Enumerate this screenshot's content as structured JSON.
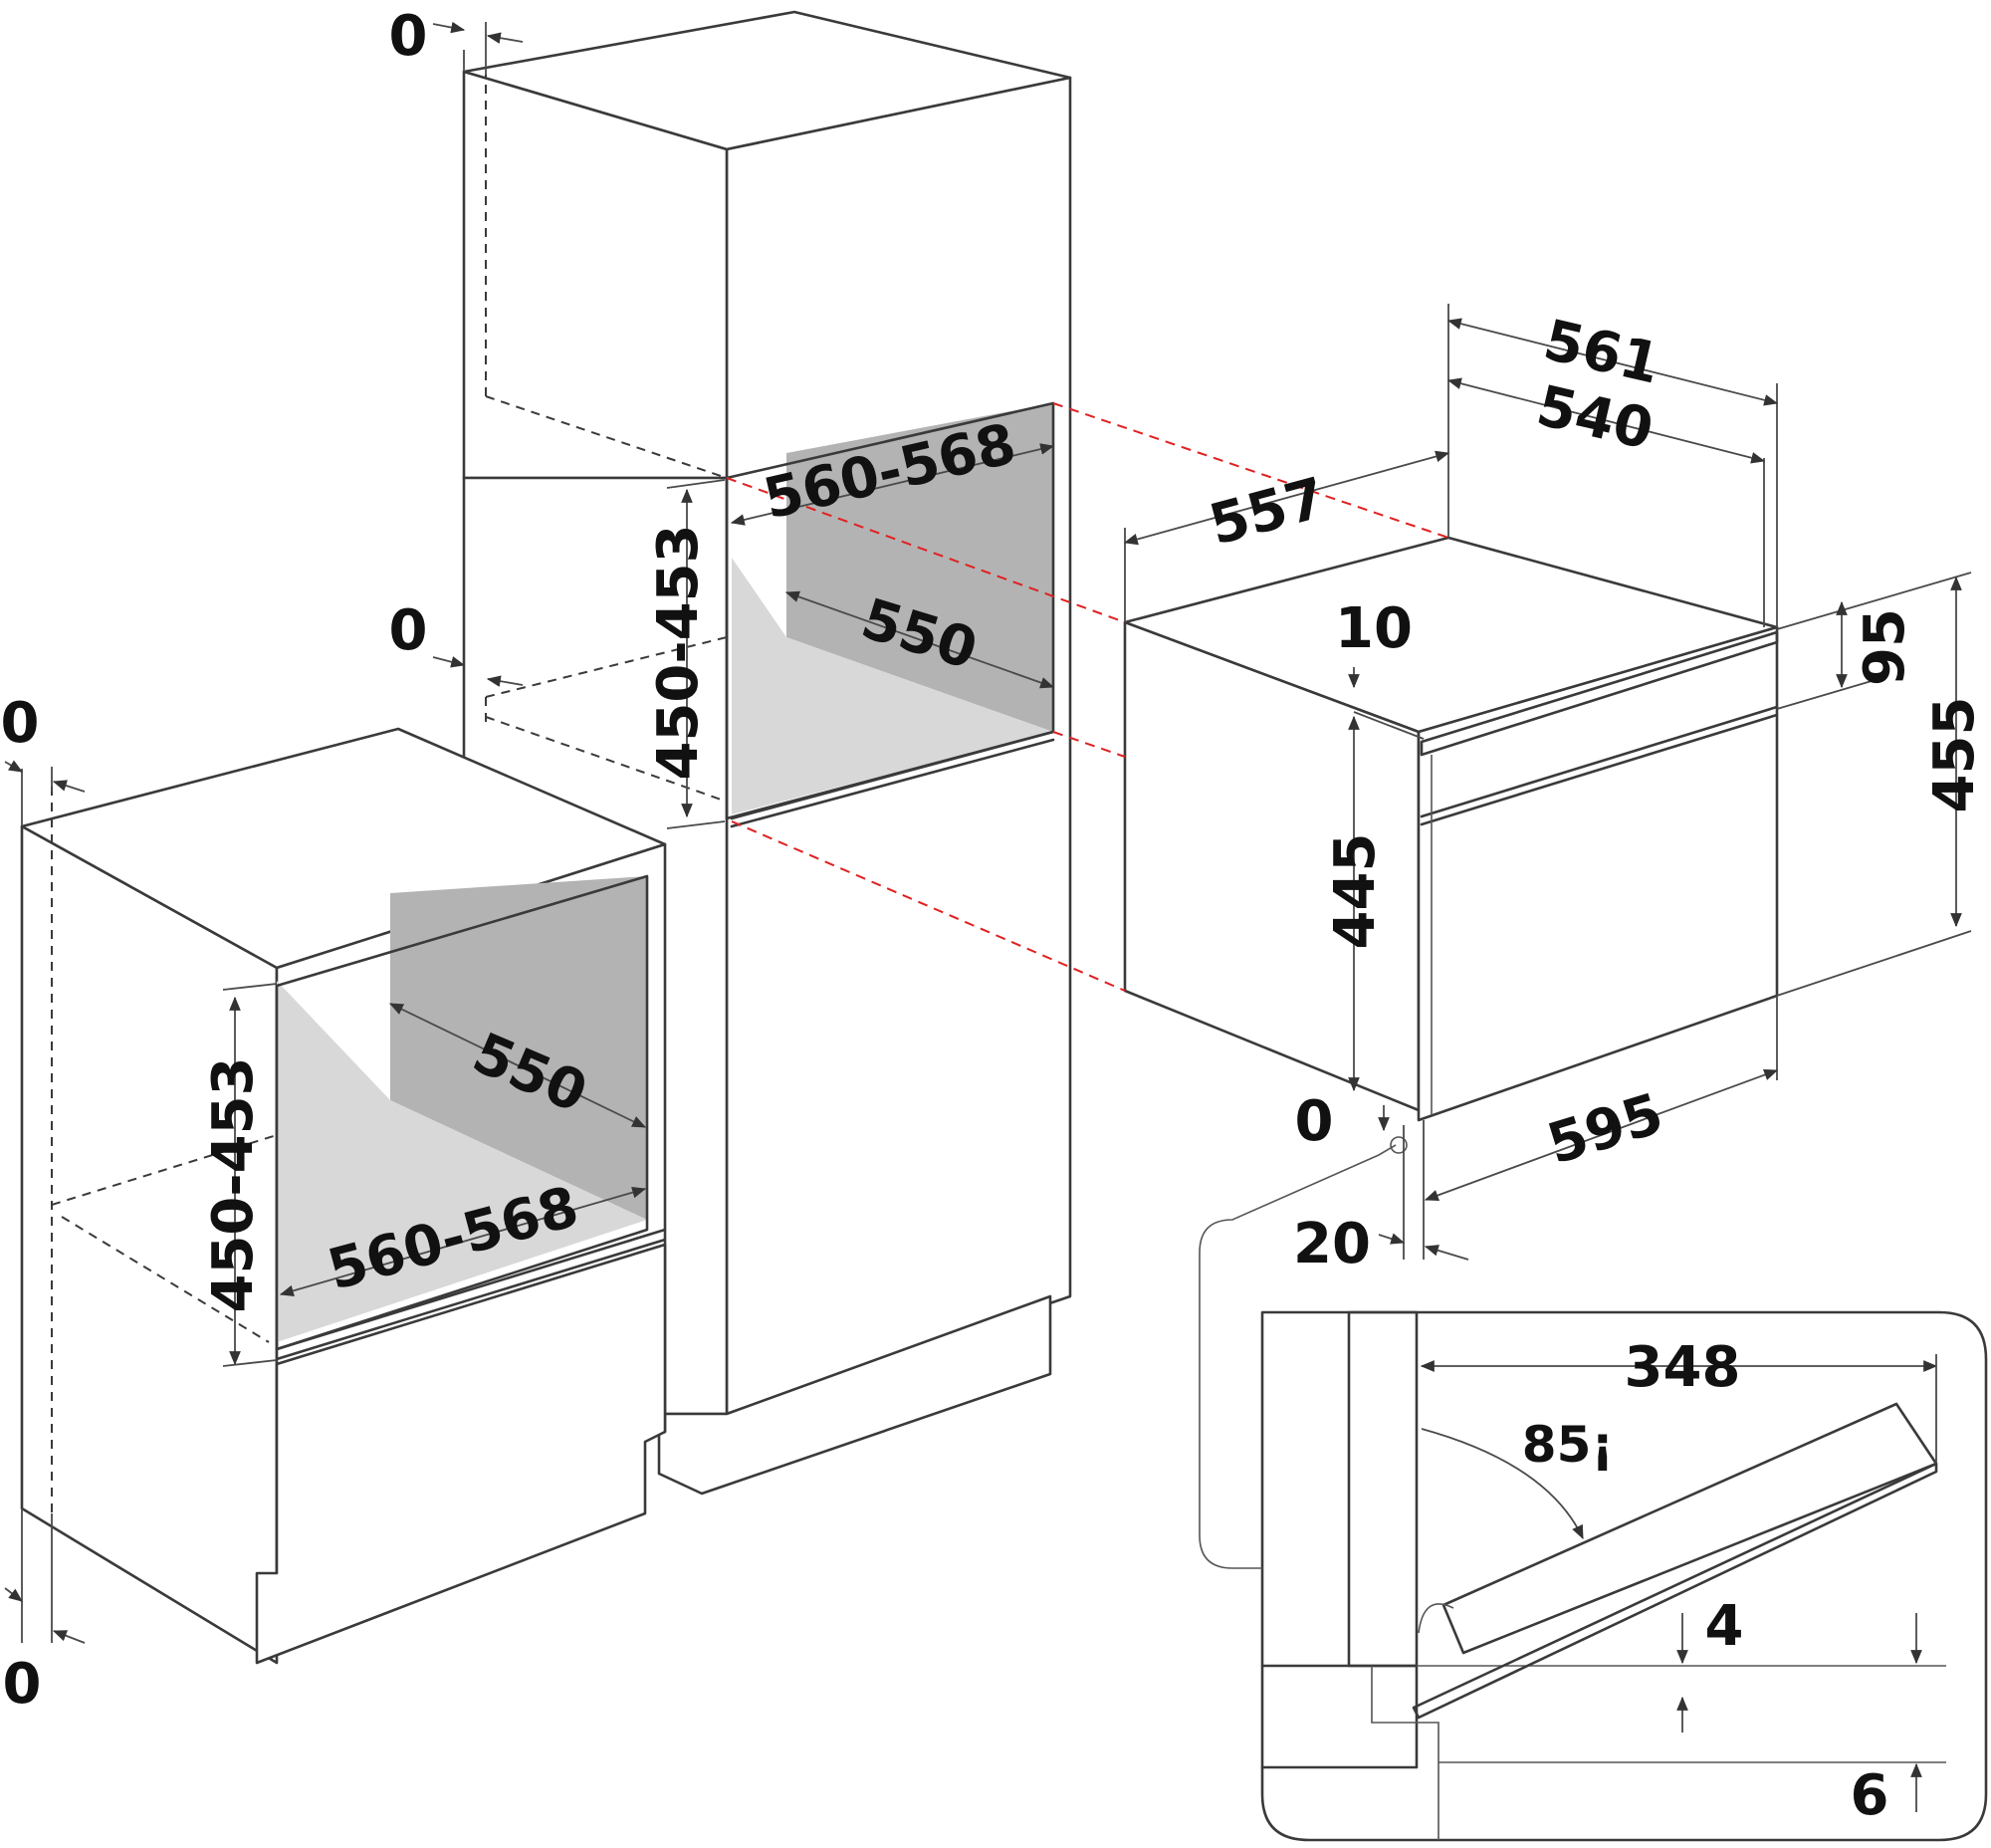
{
  "dimensions": {
    "top_clearance": "0",
    "tall_side_clearance": "0",
    "base_top_clearance": "0",
    "base_bottom_clearance": "0",
    "tall_niche_width": "560-568",
    "tall_niche_height": "450-453",
    "tall_niche_depth": "550",
    "base_niche_depth": "550",
    "base_niche_height": "450-453",
    "base_niche_width": "560-568",
    "oven_depth_total": "561",
    "oven_depth_body": "540",
    "oven_body_width": "557",
    "panel_offset": "10",
    "panel_height": "95",
    "oven_height_total": "455",
    "oven_body_height": "445",
    "oven_front_width": "595",
    "oven_bottom_gap": "0",
    "oven_front_offset": "20"
  },
  "detail": {
    "door_reach": "348",
    "door_angle": "85¡",
    "gap_upper": "4",
    "gap_lower": "6"
  },
  "colors": {
    "guide_line": "#e02020",
    "niche_back": "#b3b3b3",
    "niche_floor": "#d8d8d8"
  }
}
